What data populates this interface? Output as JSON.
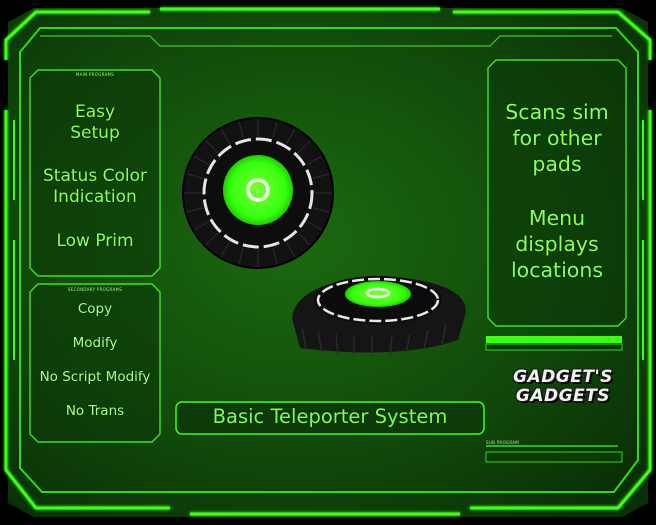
{
  "panels": {
    "main_programs_label": "MAIN PROGRAMS",
    "secondary_programs_label": "SECONDARY PROGRAMS",
    "sub_program_label": "SUB PROGRAM"
  },
  "left_features": [
    "Easy",
    "Setup",
    "Status Color",
    "Indication",
    "Low Prim"
  ],
  "permissions": [
    "Copy",
    "Modify",
    "No Script Modify",
    "No Trans"
  ],
  "right_features": [
    "Scans sim",
    "for other",
    "pads",
    "Menu",
    "displays",
    "locations"
  ],
  "title": "Basic Teleporter System",
  "logo": {
    "line1": "GADGET'S",
    "line2": "GADGETS"
  },
  "colors": {
    "accent": "#39ff14",
    "panel": "#0e3d0a",
    "background": "#000000"
  }
}
